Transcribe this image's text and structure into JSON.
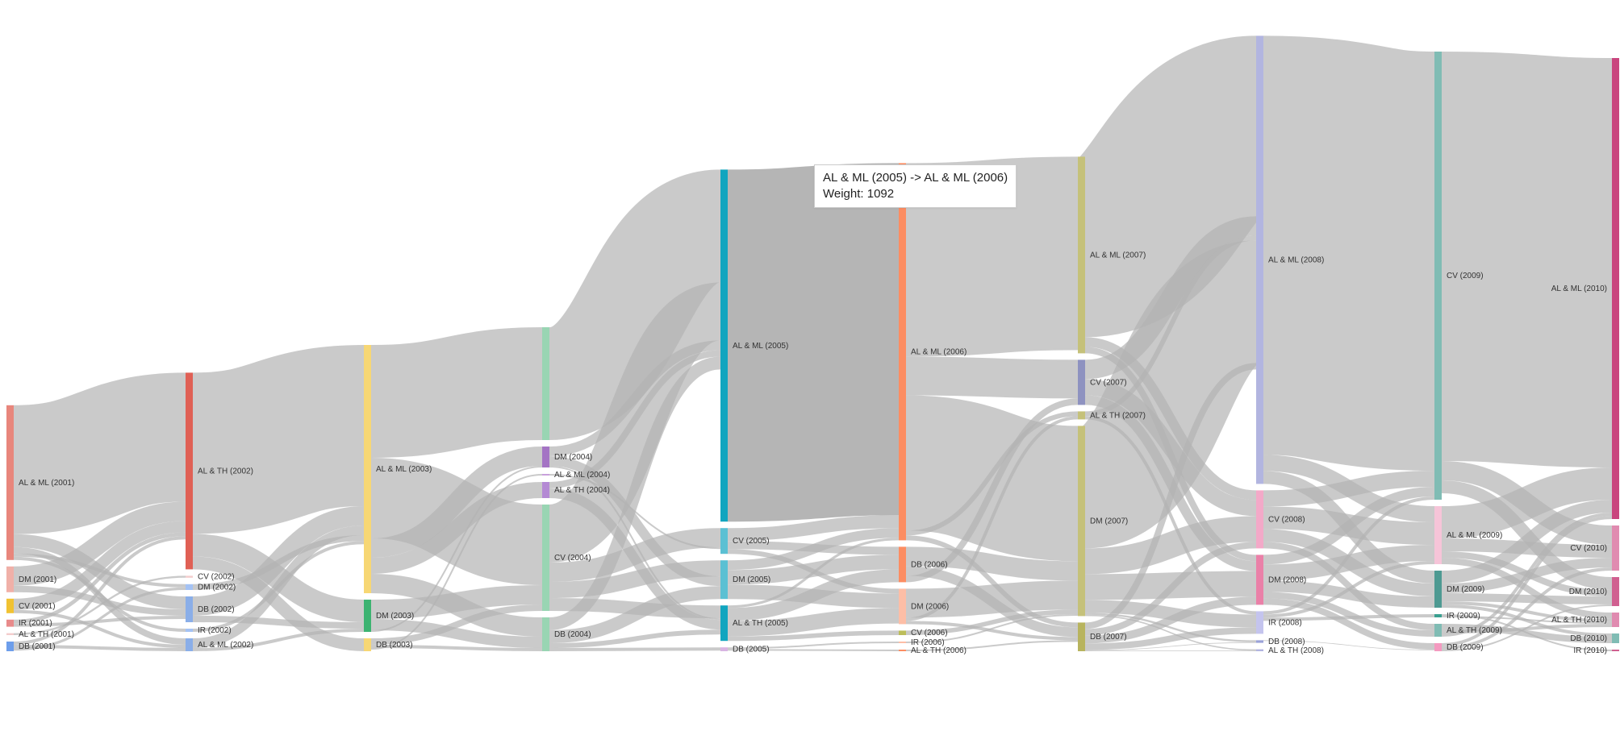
{
  "colors": {
    "link": "#b4b4b4",
    "link_highlight": "#a8a8a8"
  },
  "tooltip": {
    "title": "AL & ML (2005) -> AL & ML (2006)",
    "weight": "Weight: 1092"
  },
  "chart_data": {
    "type": "sankey",
    "title": "",
    "nodes": [
      {
        "id": "n01_alml",
        "label": "AL & ML (2001)",
        "value": 480,
        "color": "#e8867c"
      },
      {
        "id": "n01_dm",
        "label": "DM (2001)",
        "value": 80,
        "color": "#f0b0a8"
      },
      {
        "id": "n01_cv",
        "label": "CV (2001)",
        "value": 45,
        "color": "#f1c232"
      },
      {
        "id": "n01_ir",
        "label": "IR (2001)",
        "value": 22,
        "color": "#e88a8a"
      },
      {
        "id": "n01_alth",
        "label": "AL & TH (2001)",
        "value": 6,
        "color": "#f4cccc"
      },
      {
        "id": "n01_db",
        "label": "DB (2001)",
        "value": 30,
        "color": "#6d9eeb"
      },
      {
        "id": "n02_alth",
        "label": "AL & TH (2002)",
        "value": 610,
        "color": "#e06055"
      },
      {
        "id": "n02_cv",
        "label": "CV (2002)",
        "value": 6,
        "color": "#f4cccc"
      },
      {
        "id": "n02_dm",
        "label": "DM (2002)",
        "value": 18,
        "color": "#a4c2f4"
      },
      {
        "id": "n02_db",
        "label": "DB (2002)",
        "value": 80,
        "color": "#8aaee8"
      },
      {
        "id": "n02_ir",
        "label": "IR (2002)",
        "value": 10,
        "color": "#a4c2f4"
      },
      {
        "id": "n02_alml",
        "label": "AL & ML (2002)",
        "value": 40,
        "color": "#8aaee8"
      },
      {
        "id": "n03_alml",
        "label": "AL & ML (2003)",
        "value": 770,
        "color": "#f7d774"
      },
      {
        "id": "n03_dm",
        "label": "DM (2003)",
        "value": 100,
        "color": "#3cb371"
      },
      {
        "id": "n03_db",
        "label": "DB (2003)",
        "value": 40,
        "color": "#f7d774"
      },
      {
        "id": "n04_cvtop",
        "label": "",
        "value": 350,
        "color": "#99d5b3"
      },
      {
        "id": "n04_dm",
        "label": "DM (2004)",
        "value": 65,
        "color": "#a474c4"
      },
      {
        "id": "n04_alml",
        "label": "AL & ML (2004)",
        "value": 5,
        "color": "#c9a0dc"
      },
      {
        "id": "n04_alth",
        "label": "AL & TH (2004)",
        "value": 50,
        "color": "#b48ad4"
      },
      {
        "id": "n04_cv",
        "label": "CV (2004)",
        "value": 330,
        "color": "#99d5b3"
      },
      {
        "id": "n04_db",
        "label": "DB (2004)",
        "value": 105,
        "color": "#99d5b3"
      },
      {
        "id": "n05_alml",
        "label": "AL & ML (2005)",
        "value": 1092,
        "color": "#11a5bf"
      },
      {
        "id": "n05_cv",
        "label": "CV (2005)",
        "value": 80,
        "color": "#5bc0d3"
      },
      {
        "id": "n05_dm",
        "label": "DM (2005)",
        "value": 120,
        "color": "#5bc0d3"
      },
      {
        "id": "n05_alth",
        "label": "AL & TH (2005)",
        "value": 110,
        "color": "#11a5bf"
      },
      {
        "id": "n05_db",
        "label": "DB (2005)",
        "value": 12,
        "color": "#d8b4e2"
      },
      {
        "id": "n06_alml",
        "label": "AL & ML (2006)",
        "value": 1170,
        "color": "#fc8d62"
      },
      {
        "id": "n06_db",
        "label": "DB (2006)",
        "value": 110,
        "color": "#fc8d62"
      },
      {
        "id": "n06_dm",
        "label": "DM (2006)",
        "value": 110,
        "color": "#fdbea6"
      },
      {
        "id": "n06_cv",
        "label": "CV (2006)",
        "value": 14,
        "color": "#bcbd5a"
      },
      {
        "id": "n06_ir",
        "label": "IR (2006)",
        "value": 5,
        "color": "#fdbea6"
      },
      {
        "id": "n06_alth",
        "label": "AL & TH (2006)",
        "value": 5,
        "color": "#fc8d62"
      },
      {
        "id": "n07_alml",
        "label": "AL & ML (2007)",
        "value": 610,
        "color": "#c5c17a"
      },
      {
        "id": "n07_cv",
        "label": "CV (2007)",
        "value": 140,
        "color": "#8e92c0"
      },
      {
        "id": "n07_alth",
        "label": "AL & TH (2007)",
        "value": 25,
        "color": "#c5c17a"
      },
      {
        "id": "n07_dm",
        "label": "DM (2007)",
        "value": 590,
        "color": "#c5c17a"
      },
      {
        "id": "n07_db",
        "label": "DB (2007)",
        "value": 60,
        "color": "#b8b45e"
      },
      {
        "id": "n08_alml",
        "label": "AL & ML (2008)",
        "value": 1390,
        "color": "#b2b5e0"
      },
      {
        "id": "n08_cv",
        "label": "CV (2008)",
        "value": 180,
        "color": "#f3a9c8"
      },
      {
        "id": "n08_dm",
        "label": "DM (2008)",
        "value": 155,
        "color": "#ea80a8"
      },
      {
        "id": "n08_ir",
        "label": "IR (2008)",
        "value": 70,
        "color": "#c4c4ee"
      },
      {
        "id": "n08_db",
        "label": "DB (2008)",
        "value": 8,
        "color": "#9aa2d8"
      },
      {
        "id": "n08_alth",
        "label": "AL & TH (2008)",
        "value": 6,
        "color": "#b2b5e0"
      },
      {
        "id": "n09_cv",
        "label": "CV (2009)",
        "value": 1390,
        "color": "#80bcb4"
      },
      {
        "id": "n09_alml",
        "label": "AL & ML (2009)",
        "value": 180,
        "color": "#f6c4d8"
      },
      {
        "id": "n09_dm",
        "label": "DM (2009)",
        "value": 115,
        "color": "#4e9a92"
      },
      {
        "id": "n09_ir",
        "label": "IR (2009)",
        "value": 10,
        "color": "#3aa090"
      },
      {
        "id": "n09_alth",
        "label": "AL & TH (2009)",
        "value": 40,
        "color": "#80bcb4"
      },
      {
        "id": "n09_db",
        "label": "DB (2009)",
        "value": 22,
        "color": "#f49ac0"
      },
      {
        "id": "n10_alml",
        "label": "AL & ML (2010)",
        "value": 1430,
        "color": "#c9457e"
      },
      {
        "id": "n10_cv",
        "label": "CV (2010)",
        "value": 140,
        "color": "#e08bb0"
      },
      {
        "id": "n10_dm",
        "label": "DM (2010)",
        "value": 90,
        "color": "#d06090"
      },
      {
        "id": "n10_alth",
        "label": "AL & TH (2010)",
        "value": 45,
        "color": "#e08bb0"
      },
      {
        "id": "n10_db",
        "label": "DB (2010)",
        "value": 30,
        "color": "#80bcb4"
      },
      {
        "id": "n10_ir",
        "label": "IR (2010)",
        "value": 5,
        "color": "#d06090"
      }
    ],
    "links": [
      {
        "source": "n01_alml",
        "target": "n02_alth",
        "value": 400
      },
      {
        "source": "n01_alml",
        "target": "n02_db",
        "value": 40
      },
      {
        "source": "n01_alml",
        "target": "n02_alml",
        "value": 20
      },
      {
        "source": "n01_alml",
        "target": "n02_dm",
        "value": 10
      },
      {
        "source": "n01_alml",
        "target": "n02_ir",
        "value": 10
      },
      {
        "source": "n01_dm",
        "target": "n02_alth",
        "value": 60
      },
      {
        "source": "n01_dm",
        "target": "n02_db",
        "value": 20
      },
      {
        "source": "n01_cv",
        "target": "n02_alth",
        "value": 35
      },
      {
        "source": "n01_cv",
        "target": "n02_alml",
        "value": 10
      },
      {
        "source": "n01_ir",
        "target": "n02_alth",
        "value": 12
      },
      {
        "source": "n01_ir",
        "target": "n02_db",
        "value": 10
      },
      {
        "source": "n01_alth",
        "target": "n02_cv",
        "value": 6
      },
      {
        "source": "n01_db",
        "target": "n02_alth",
        "value": 10
      },
      {
        "source": "n01_db",
        "target": "n02_alml",
        "value": 10
      },
      {
        "source": "n01_db",
        "target": "n02_dm",
        "value": 8
      },
      {
        "source": "n02_alth",
        "target": "n03_alml",
        "value": 500
      },
      {
        "source": "n02_alth",
        "target": "n03_dm",
        "value": 70
      },
      {
        "source": "n02_alth",
        "target": "n03_db",
        "value": 40
      },
      {
        "source": "n02_db",
        "target": "n03_alml",
        "value": 60
      },
      {
        "source": "n02_db",
        "target": "n03_dm",
        "value": 20
      },
      {
        "source": "n02_alml",
        "target": "n03_alml",
        "value": 30
      },
      {
        "source": "n02_alml",
        "target": "n03_dm",
        "value": 10
      },
      {
        "source": "n02_dm",
        "target": "n03_alml",
        "value": 18
      },
      {
        "source": "n02_ir",
        "target": "n03_alml",
        "value": 10
      },
      {
        "source": "n03_alml",
        "target": "n04_cvtop",
        "value": 350
      },
      {
        "source": "n03_alml",
        "target": "n04_cv",
        "value": 250
      },
      {
        "source": "n03_alml",
        "target": "n04_dm",
        "value": 60
      },
      {
        "source": "n03_alml",
        "target": "n04_alth",
        "value": 50
      },
      {
        "source": "n03_alml",
        "target": "n04_db",
        "value": 60
      },
      {
        "source": "n03_dm",
        "target": "n04_cv",
        "value": 60
      },
      {
        "source": "n03_dm",
        "target": "n04_db",
        "value": 35
      },
      {
        "source": "n03_dm",
        "target": "n04_dm",
        "value": 5
      },
      {
        "source": "n03_db",
        "target": "n04_cv",
        "value": 20
      },
      {
        "source": "n03_db",
        "target": "n04_db",
        "value": 10
      },
      {
        "source": "n03_db",
        "target": "n04_alml",
        "value": 5
      },
      {
        "source": "n04_cvtop",
        "target": "n05_alml",
        "value": 350
      },
      {
        "source": "n04_cv",
        "target": "n05_alml",
        "value": 180
      },
      {
        "source": "n04_cv",
        "target": "n05_cv",
        "value": 60
      },
      {
        "source": "n04_cv",
        "target": "n05_dm",
        "value": 50
      },
      {
        "source": "n04_cv",
        "target": "n05_alth",
        "value": 40
      },
      {
        "source": "n04_dm",
        "target": "n05_alml",
        "value": 30
      },
      {
        "source": "n04_dm",
        "target": "n05_dm",
        "value": 30
      },
      {
        "source": "n04_dm",
        "target": "n05_alth",
        "value": 5
      },
      {
        "source": "n04_alth",
        "target": "n05_alml",
        "value": 20
      },
      {
        "source": "n04_alth",
        "target": "n05_alth",
        "value": 30
      },
      {
        "source": "n04_alml",
        "target": "n05_cv",
        "value": 5
      },
      {
        "source": "n04_db",
        "target": "n05_alml",
        "value": 40
      },
      {
        "source": "n04_db",
        "target": "n05_dm",
        "value": 40
      },
      {
        "source": "n04_db",
        "target": "n05_alth",
        "value": 15
      },
      {
        "source": "n04_db",
        "target": "n05_db",
        "value": 10
      },
      {
        "source": "n05_alml",
        "target": "n06_alml",
        "value": 1092
      },
      {
        "source": "n05_cv",
        "target": "n06_alml",
        "value": 40
      },
      {
        "source": "n05_cv",
        "target": "n06_db",
        "value": 25
      },
      {
        "source": "n05_cv",
        "target": "n06_dm",
        "value": 15
      },
      {
        "source": "n05_dm",
        "target": "n06_alml",
        "value": 30
      },
      {
        "source": "n05_dm",
        "target": "n06_db",
        "value": 45
      },
      {
        "source": "n05_dm",
        "target": "n06_dm",
        "value": 45
      },
      {
        "source": "n05_alth",
        "target": "n06_alml",
        "value": 8
      },
      {
        "source": "n05_alth",
        "target": "n06_db",
        "value": 40
      },
      {
        "source": "n05_alth",
        "target": "n06_dm",
        "value": 48
      },
      {
        "source": "n05_alth",
        "target": "n06_cv",
        "value": 14
      },
      {
        "source": "n05_db",
        "target": "n06_ir",
        "value": 5
      },
      {
        "source": "n05_db",
        "target": "n06_alth",
        "value": 5
      },
      {
        "source": "n06_alml",
        "target": "n07_alml",
        "value": 600
      },
      {
        "source": "n06_alml",
        "target": "n07_cv",
        "value": 120
      },
      {
        "source": "n06_alml",
        "target": "n07_dm",
        "value": 420
      },
      {
        "source": "n06_alml",
        "target": "n07_alth",
        "value": 15
      },
      {
        "source": "n06_alml",
        "target": "n07_db",
        "value": 15
      },
      {
        "source": "n06_db",
        "target": "n07_dm",
        "value": 60
      },
      {
        "source": "n06_db",
        "target": "n07_db",
        "value": 30
      },
      {
        "source": "n06_db",
        "target": "n07_cv",
        "value": 20
      },
      {
        "source": "n06_dm",
        "target": "n07_dm",
        "value": 90
      },
      {
        "source": "n06_dm",
        "target": "n07_alth",
        "value": 10
      },
      {
        "source": "n06_dm",
        "target": "n07_db",
        "value": 10
      },
      {
        "source": "n06_cv",
        "target": "n07_dm",
        "value": 14
      },
      {
        "source": "n06_ir",
        "target": "n07_dm",
        "value": 5
      },
      {
        "source": "n06_alth",
        "target": "n07_db",
        "value": 5
      },
      {
        "source": "n07_alml",
        "target": "n08_alml",
        "value": 560
      },
      {
        "source": "n07_alml",
        "target": "n08_cv",
        "value": 30
      },
      {
        "source": "n07_alml",
        "target": "n08_dm",
        "value": 20
      },
      {
        "source": "n07_cv",
        "target": "n08_alml",
        "value": 60
      },
      {
        "source": "n07_cv",
        "target": "n08_cv",
        "value": 50
      },
      {
        "source": "n07_cv",
        "target": "n08_dm",
        "value": 30
      },
      {
        "source": "n07_alth",
        "target": "n08_alml",
        "value": 15
      },
      {
        "source": "n07_alth",
        "target": "n08_ir",
        "value": 10
      },
      {
        "source": "n07_dm",
        "target": "n08_alml",
        "value": 380
      },
      {
        "source": "n07_dm",
        "target": "n08_cv",
        "value": 80
      },
      {
        "source": "n07_dm",
        "target": "n08_dm",
        "value": 80
      },
      {
        "source": "n07_dm",
        "target": "n08_ir",
        "value": 40
      },
      {
        "source": "n07_dm",
        "target": "n08_db",
        "value": 6
      },
      {
        "source": "n07_dm",
        "target": "n08_alth",
        "value": 4
      },
      {
        "source": "n07_db",
        "target": "n08_alml",
        "value": 20
      },
      {
        "source": "n07_db",
        "target": "n08_cv",
        "value": 20
      },
      {
        "source": "n07_db",
        "target": "n08_dm",
        "value": 25
      },
      {
        "source": "n07_db",
        "target": "n08_ir",
        "value": 20
      },
      {
        "source": "n07_db",
        "target": "n08_db",
        "value": 2
      },
      {
        "source": "n07_db",
        "target": "n08_alth",
        "value": 2
      },
      {
        "source": "n08_alml",
        "target": "n09_cv",
        "value": 1300
      },
      {
        "source": "n08_alml",
        "target": "n09_alml",
        "value": 50
      },
      {
        "source": "n08_alml",
        "target": "n09_dm",
        "value": 40
      },
      {
        "source": "n08_cv",
        "target": "n09_cv",
        "value": 50
      },
      {
        "source": "n08_cv",
        "target": "n09_alml",
        "value": 70
      },
      {
        "source": "n08_cv",
        "target": "n09_dm",
        "value": 40
      },
      {
        "source": "n08_cv",
        "target": "n09_alth",
        "value": 20
      },
      {
        "source": "n08_dm",
        "target": "n09_cv",
        "value": 30
      },
      {
        "source": "n08_dm",
        "target": "n09_alml",
        "value": 50
      },
      {
        "source": "n08_dm",
        "target": "n09_dm",
        "value": 35
      },
      {
        "source": "n08_dm",
        "target": "n09_alth",
        "value": 20
      },
      {
        "source": "n08_dm",
        "target": "n09_db",
        "value": 20
      },
      {
        "source": "n08_ir",
        "target": "n09_cv",
        "value": 10
      },
      {
        "source": "n08_ir",
        "target": "n09_alml",
        "value": 10
      },
      {
        "source": "n08_ir",
        "target": "n09_ir",
        "value": 10
      },
      {
        "source": "n08_db",
        "target": "n09_db",
        "value": 2
      },
      {
        "source": "n09_cv",
        "target": "n10_alml",
        "value": 1270
      },
      {
        "source": "n09_cv",
        "target": "n10_cv",
        "value": 60
      },
      {
        "source": "n09_cv",
        "target": "n10_dm",
        "value": 40
      },
      {
        "source": "n09_alml",
        "target": "n10_alml",
        "value": 100
      },
      {
        "source": "n09_alml",
        "target": "n10_cv",
        "value": 40
      },
      {
        "source": "n09_alml",
        "target": "n10_dm",
        "value": 20
      },
      {
        "source": "n09_alml",
        "target": "n10_alth",
        "value": 20
      },
      {
        "source": "n09_dm",
        "target": "n10_alml",
        "value": 40
      },
      {
        "source": "n09_dm",
        "target": "n10_cv",
        "value": 30
      },
      {
        "source": "n09_dm",
        "target": "n10_dm",
        "value": 25
      },
      {
        "source": "n09_dm",
        "target": "n10_alth",
        "value": 10
      },
      {
        "source": "n09_dm",
        "target": "n10_db",
        "value": 10
      },
      {
        "source": "n09_ir",
        "target": "n10_ir",
        "value": 5
      },
      {
        "source": "n09_ir",
        "target": "n10_alth",
        "value": 5
      },
      {
        "source": "n09_alth",
        "target": "n10_db",
        "value": 20
      },
      {
        "source": "n09_alth",
        "target": "n10_alth",
        "value": 10
      },
      {
        "source": "n09_alth",
        "target": "n10_alml",
        "value": 10
      },
      {
        "source": "n09_db",
        "target": "n10_alml",
        "value": 10
      },
      {
        "source": "n09_db",
        "target": "n10_cv",
        "value": 10
      },
      {
        "source": "n09_db",
        "target": "n10_dm",
        "value": 5
      }
    ]
  }
}
